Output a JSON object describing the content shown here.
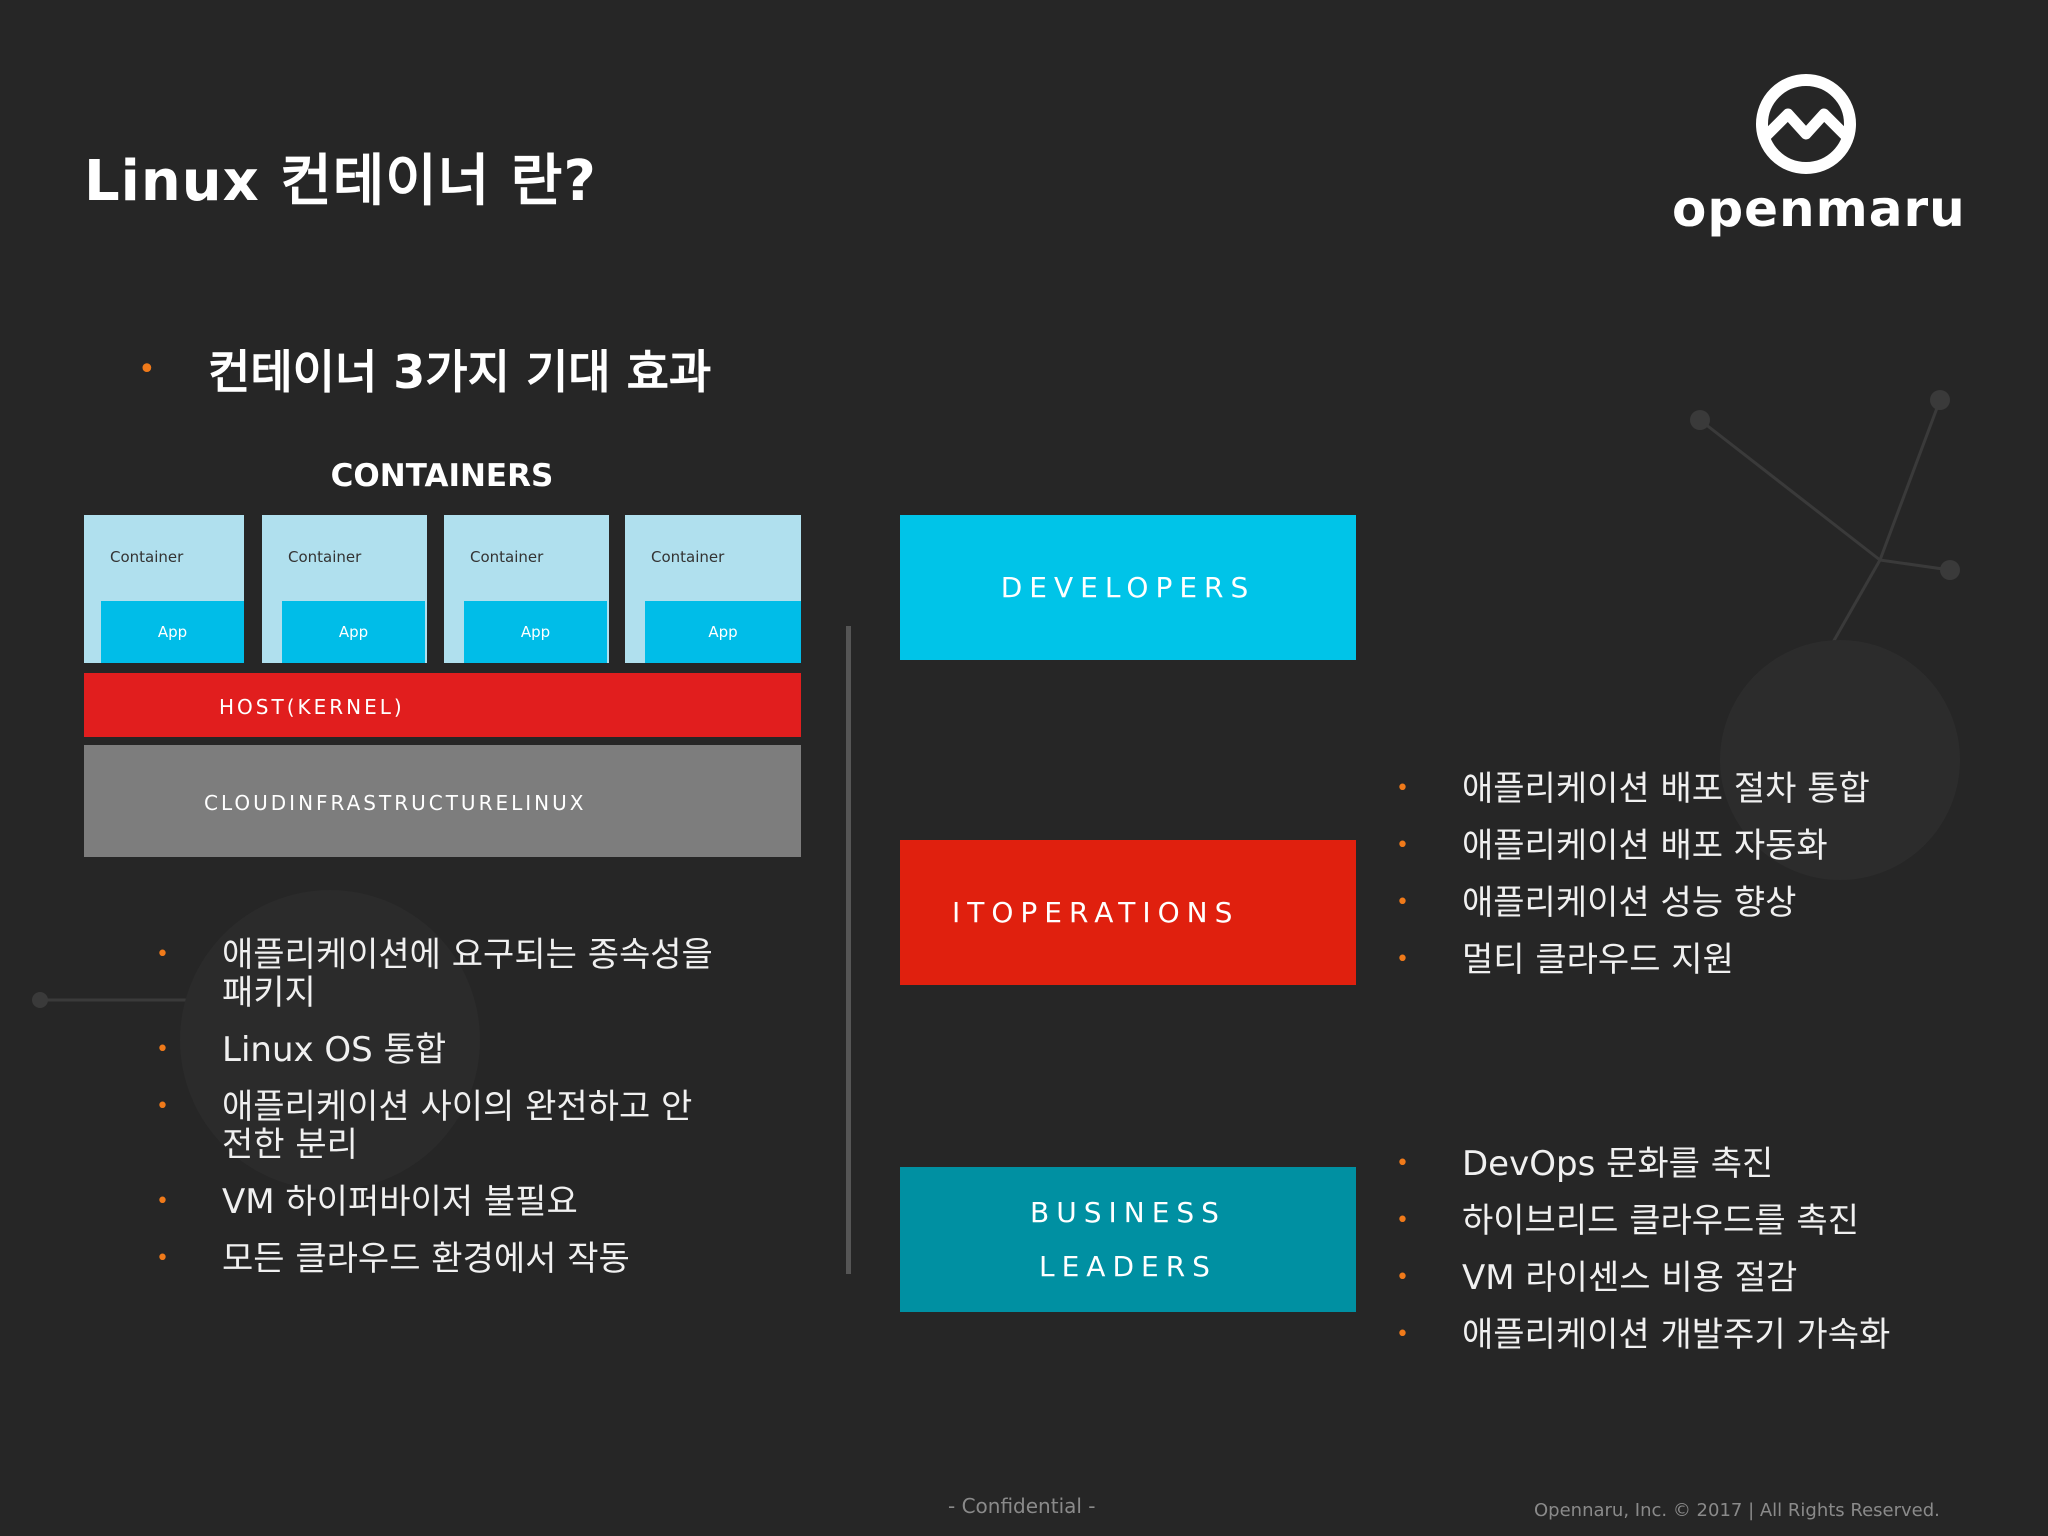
{
  "title": "Linux 컨테이너 란?",
  "logo": {
    "text": "openmaru"
  },
  "main_bullet": "컨테이너 3가지 기대 효과",
  "diagram": {
    "heading": "CONTAINERS",
    "containers": [
      {
        "label": "Container",
        "app": "App"
      },
      {
        "label": "Container",
        "app": "App"
      },
      {
        "label": "Container",
        "app": "App"
      },
      {
        "label": "Container",
        "app": "App"
      }
    ],
    "host": "HOST(KERNEL)",
    "infra": "CLOUDINFRASTRUCTURELINUX"
  },
  "left_bullets": [
    "애플리케이션에 요구되는 종속성을 패키지",
    "Linux OS 통합",
    "애플리케이션 사이의 완전하고 안전한 분리",
    "VM 하이퍼바이저 불필요",
    "모든 클라우드 환경에서 작동"
  ],
  "boxes": {
    "developers": "DEVELOPERS",
    "it_operations": "ITOPERATIONS",
    "business_line1": "BUSINESS",
    "business_line2": "LEADERS"
  },
  "ops_bullets": [
    "애플리케이션 배포 절차 통합",
    "애플리케이션 배포 자동화",
    "애플리케이션 성능 향상",
    "멀티 클라우드 지원"
  ],
  "biz_bullets": [
    "DevOps 문화를 촉진",
    "하이브리드 클라우드를 촉진",
    "VM 라이센스 비용 절감",
    "애플리케이션 개발주기 가속화"
  ],
  "footer": {
    "center": "- Confidential -",
    "right": "Opennaru, Inc. © 2017 | All Rights Reserved."
  },
  "colors": {
    "background": "#262626",
    "bullet": "#f07a1a",
    "developers": "#00c4e8",
    "operations": "#e0200e",
    "business": "#0090a2",
    "host": "#e11e1e"
  }
}
